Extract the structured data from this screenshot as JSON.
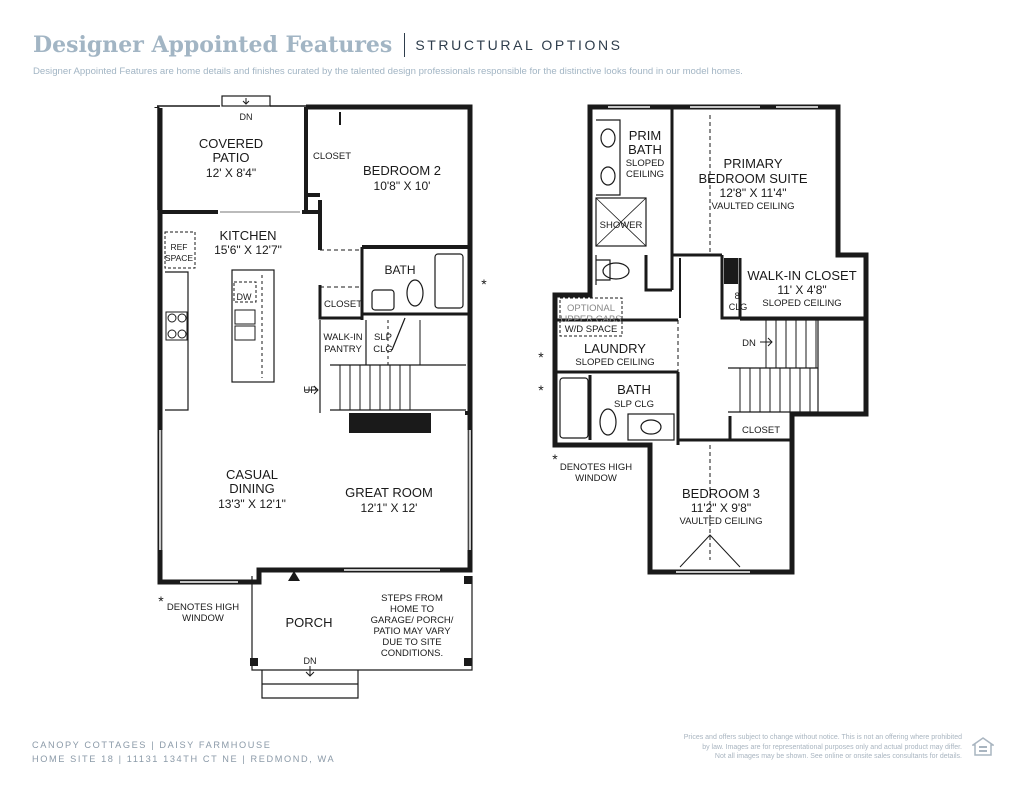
{
  "header": {
    "title": "Designer Appointed Features",
    "subtitle": "STRUCTURAL OPTIONS",
    "description": "Designer Appointed Features are home details and finishes curated by the talented design professionals responsible for the distinctive looks found in our model homes."
  },
  "first_floor": {
    "rooms": {
      "covered_patio": {
        "name_l1": "COVERED",
        "name_l2": "PATIO",
        "size": "12' X 8'4\""
      },
      "bedroom2": {
        "name": "BEDROOM 2",
        "size": "10'8\" X 10'"
      },
      "closet_upper": "CLOSET",
      "kitchen": {
        "name": "KITCHEN",
        "size": "15'6\" X 12'7\""
      },
      "ref_space_l1": "REF",
      "ref_space_l2": "SPACE",
      "dw": "DW",
      "bath": "BATH",
      "closet_lower": "CLOSET",
      "walkin_pantry_l1": "WALK-IN",
      "walkin_pantry_l2": "PANTRY",
      "slp_clg_l1": "SLP",
      "slp_clg_l2": "CLG",
      "up": "UP",
      "casual_dining": {
        "name_l1": "CASUAL",
        "name_l2": "DINING",
        "size": "13'3\" X 12'1\""
      },
      "great_room": {
        "name": "GREAT ROOM",
        "size": "12'1\" X 12'"
      },
      "porch": "PORCH",
      "dn_top": "DN",
      "dn_bottom": "DN"
    },
    "steps_note": [
      "STEPS FROM",
      "HOME TO",
      "GARAGE/ PORCH/",
      "PATIO MAY VARY",
      "DUE TO SITE",
      "CONDITIONS."
    ],
    "high_window_note": [
      "DENOTES HIGH",
      "WINDOW"
    ],
    "asterisk": "*"
  },
  "second_floor": {
    "rooms": {
      "prim_bath": {
        "l1": "PRIM",
        "l2": "BATH",
        "l3": "SLOPED",
        "l4": "CEILING"
      },
      "shower": "SHOWER",
      "primary_suite": {
        "l1": "PRIMARY",
        "l2": "BEDROOM SUITE",
        "size": "12'8\" X 11'4\"",
        "note": "VAULTED CEILING"
      },
      "walkin_closet": {
        "name": "WALK-IN CLOSET",
        "size": "11' X 4'8\"",
        "note": "SLOPED CEILING"
      },
      "clg8_l1": "8'",
      "clg8_l2": "CLG",
      "optional_l1": "OPTIONAL",
      "optional_l2": "UPPER CABS",
      "wd_space": "W/D SPACE",
      "laundry": {
        "name": "LAUNDRY",
        "note": "SLOPED CEILING"
      },
      "bath": {
        "name": "BATH",
        "note": "SLP CLG"
      },
      "dn": "DN",
      "closet": "CLOSET",
      "bedroom3": {
        "name": "BEDROOM 3",
        "size": "11'2\" X 9'8\"",
        "note": "VAULTED CEILING"
      }
    },
    "high_window_note": [
      "DENOTES HIGH",
      "WINDOW"
    ],
    "asterisk": "*"
  },
  "footer": {
    "community_line": "CANOPY COTTAGES  |  DAISY FARMHOUSE",
    "address_line": "HOME SITE 18  |  11131 134TH CT NE  |  REDMOND, WA",
    "disclaimer": [
      "Prices and offers subject to change without notice. This is not an offering where prohibited",
      "by law. Images are for representational purposes only and actual product may differ.",
      "Not all images may be shown. See online or onsite sales consultants for details."
    ]
  },
  "colors": {
    "wall": "#1a1a1a",
    "title": "#a2b5c4",
    "subtitle": "#2e3d4c",
    "footer": "#8b9aa8"
  }
}
